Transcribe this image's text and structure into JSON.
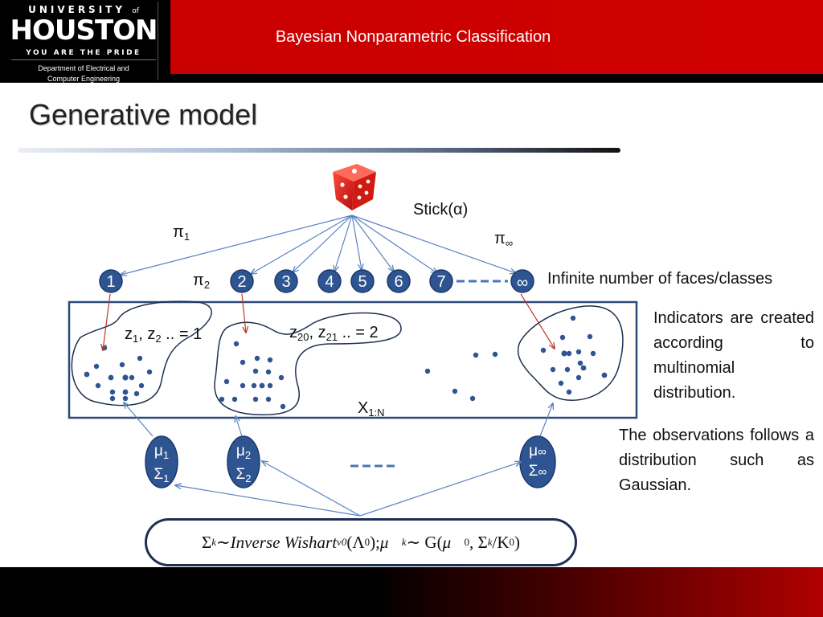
{
  "logo": {
    "line1": "UNIVERSITY",
    "line1_suffix": "of",
    "line2": "HOUSTON",
    "line3": "YOU ARE THE PRIDE",
    "dept_line1": "Department of Electrical and",
    "dept_line2": "Computer Engineering"
  },
  "header": {
    "title": "Bayesian Nonparametric Classification"
  },
  "slide": {
    "title": "Generative model"
  },
  "diagram": {
    "stick_label": "Stick(α)",
    "pi_symbol": "π",
    "pi_1_sub": "1",
    "pi_2_sub": "2",
    "pi_inf_sub": "∞",
    "face_labels": [
      "1",
      "2",
      "3",
      "4",
      "5",
      "6",
      "7"
    ],
    "infinity_label": "∞",
    "infinite_faces_text": "Infinite number of faces/classes",
    "cluster1_label": {
      "a": "z",
      "a_sub": "1",
      "b": ", z",
      "b_sub": "2",
      "rest": " .. = 1"
    },
    "cluster2_label": {
      "a": "z",
      "a_sub": "20",
      "b": ", z",
      "b_sub": "21",
      "rest": " .. = 2"
    },
    "x_label": {
      "main": "X",
      "sub": "1:N"
    },
    "mu_symbol": "μ",
    "sigma_symbol": "Σ",
    "param_subs": [
      "1",
      "2",
      "∞"
    ],
    "ellipsis": "-----",
    "colors": {
      "node_fill": "#2e5591",
      "node_stroke": "#1b3a6b",
      "arrow_blue": "#5a82c2",
      "arrow_red": "#c0392b",
      "box_stroke": "#2b4a7a"
    }
  },
  "side_text": {
    "indicators": "Indicators are created according to multinomial distribution.",
    "observations": "The observations follows a distribution such as Gaussian."
  },
  "formula": {
    "sigma_k": "Σ",
    "k": "k",
    "sim": " ∼ ",
    "inverse_wishart": "Inverse Wishart",
    "v0": "v0",
    "lambda_arg": "(Λ",
    "zero": "0",
    "mid": "); ",
    "mu_vec": "μ⃗",
    "g_open": " ∼ G(",
    "mu0_vec": "μ⃗",
    "comma": ", Σ",
    "slash": "/K",
    "close": ")"
  }
}
